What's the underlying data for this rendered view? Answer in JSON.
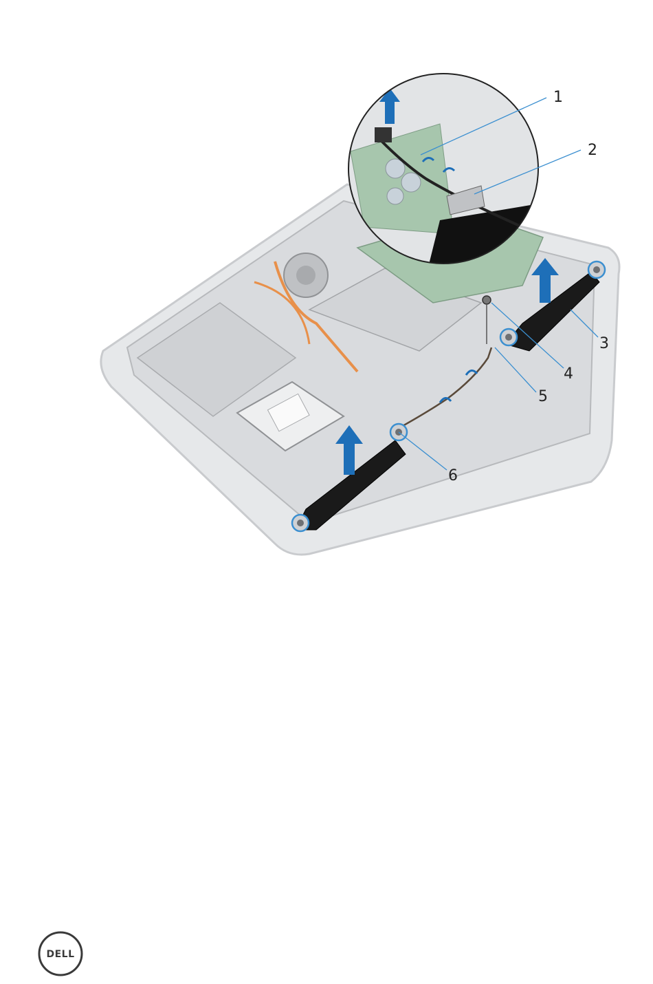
{
  "figure": {
    "callouts": [
      {
        "number": "1"
      },
      {
        "number": "2"
      },
      {
        "number": "3"
      },
      {
        "number": "4"
      },
      {
        "number": "5"
      },
      {
        "number": "6"
      }
    ]
  },
  "footer": {
    "logo_text": "DELL",
    "logo_icon": "dell-logo-icon"
  },
  "colors": {
    "arrow": "#1e6fb8",
    "callout_line": "#3b8fd0",
    "chassis": "#e2e4e6",
    "speaker": "#1a1a1a"
  }
}
